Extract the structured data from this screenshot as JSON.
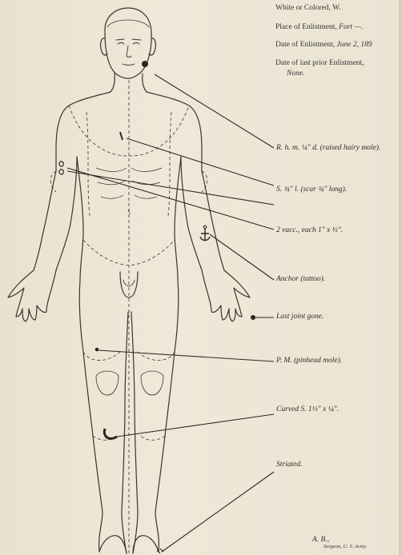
{
  "header": {
    "color_label": "White or Colored,",
    "color_value": "W.",
    "place_label": "Place of Enlistment,",
    "place_value": "Fort —.",
    "date_label": "Date of Enlistment,",
    "date_value": "June 2, 189",
    "prior_label": "Date of last prior Enlistment,",
    "prior_value": "None."
  },
  "marks": [
    {
      "id": "rhm",
      "text": "R. h. m. ¼″ d. (raised hairy mole)."
    },
    {
      "id": "scar",
      "text": "S. ¾″ l. (scar ¾″ long)."
    },
    {
      "id": "vacc",
      "text": "2 vacc., each 1″ x ½″."
    },
    {
      "id": "anchor",
      "text": "Anchor (tattoo)."
    },
    {
      "id": "joint",
      "text": "Last joint gone."
    },
    {
      "id": "pm",
      "text": "P. M. (pinhead mole)."
    },
    {
      "id": "curved",
      "text": "Curved S. 1½″ x ¼″."
    },
    {
      "id": "striated",
      "text": "Striated."
    }
  ],
  "signature": {
    "name": "A. B.,",
    "title": "Surgeon, U. S. Army."
  }
}
